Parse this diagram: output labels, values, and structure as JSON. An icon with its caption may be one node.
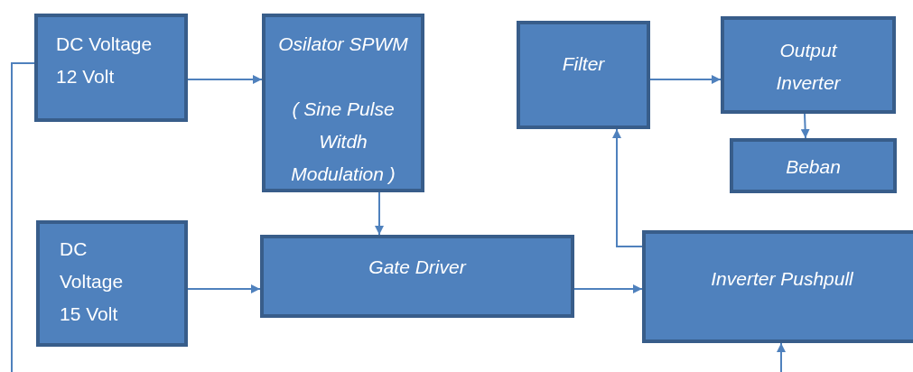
{
  "diagram": {
    "nodes": [
      {
        "text": [
          "DC Voltage 12 Volt"
        ]
      },
      {
        "text": [
          "Osilator SPWM",
          "( Sine Pulse Witdh Modulation )"
        ]
      },
      {
        "text": [
          "Filter"
        ]
      },
      {
        "text": [
          "Output Inverter"
        ]
      },
      {
        "text": [
          "Beban"
        ]
      },
      {
        "text": [
          "DC Voltage 15 Volt"
        ]
      },
      {
        "text": [
          "Gate Driver"
        ]
      },
      {
        "text": [
          "Inverter Pushpull"
        ]
      }
    ],
    "edges": [
      {
        "from": 0,
        "to": 1,
        "arrow": "to"
      },
      {
        "from": 1,
        "to": 6,
        "arrow": "to"
      },
      {
        "from": 5,
        "to": 6,
        "arrow": "to"
      },
      {
        "from": 6,
        "to": 7,
        "arrow": "to"
      },
      {
        "from": 7,
        "to": 2,
        "arrow": "to"
      },
      {
        "from": 2,
        "to": 3,
        "arrow": "to"
      },
      {
        "from": 3,
        "to": 4,
        "arrow": "to"
      },
      {
        "from": 0,
        "to": null,
        "arrow": "none"
      },
      {
        "from": null,
        "to": 7,
        "arrow": "to"
      }
    ]
  }
}
